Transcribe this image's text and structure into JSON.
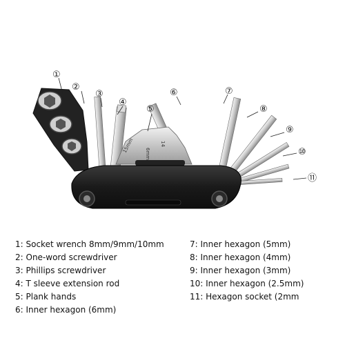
{
  "callouts": [
    {
      "id": 1,
      "symbol": "①"
    },
    {
      "id": 2,
      "symbol": "②"
    },
    {
      "id": 3,
      "symbol": "③"
    },
    {
      "id": 4,
      "symbol": "④"
    },
    {
      "id": 5,
      "symbol": "⑤"
    },
    {
      "id": 6,
      "symbol": "⑥"
    },
    {
      "id": 7,
      "symbol": "⑦"
    },
    {
      "id": 8,
      "symbol": "⑧"
    },
    {
      "id": 9,
      "symbol": "⑨"
    },
    {
      "id": 10,
      "symbol": "⑩"
    },
    {
      "id": 11,
      "symbol": "⑪"
    }
  ],
  "tool_engravings": {
    "plank_left": "15mm",
    "plank_mid": "6mm",
    "plank_right": "14"
  },
  "legend": {
    "left": [
      "1: Socket wrench 8mm/9mm/10mm",
      "2: One-word screwdriver",
      "3: Phillips screwdriver",
      "4: T sleeve extension rod",
      "5: Plank hands",
      "6: Inner hexagon (6mm)"
    ],
    "right": [
      "7: Inner hexagon (5mm)",
      "8: Inner hexagon (4mm)",
      "9: Inner hexagon (3mm)",
      "10: Inner hexagon (2.5mm)",
      "11: Hexagon socket (2mm"
    ]
  },
  "colors": {
    "body": "#1c1c1c",
    "steel_light": "#e6e6e6",
    "steel_mid": "#b9b9b9",
    "steel_dark": "#7c7c7c",
    "label_stroke": "#222222"
  }
}
